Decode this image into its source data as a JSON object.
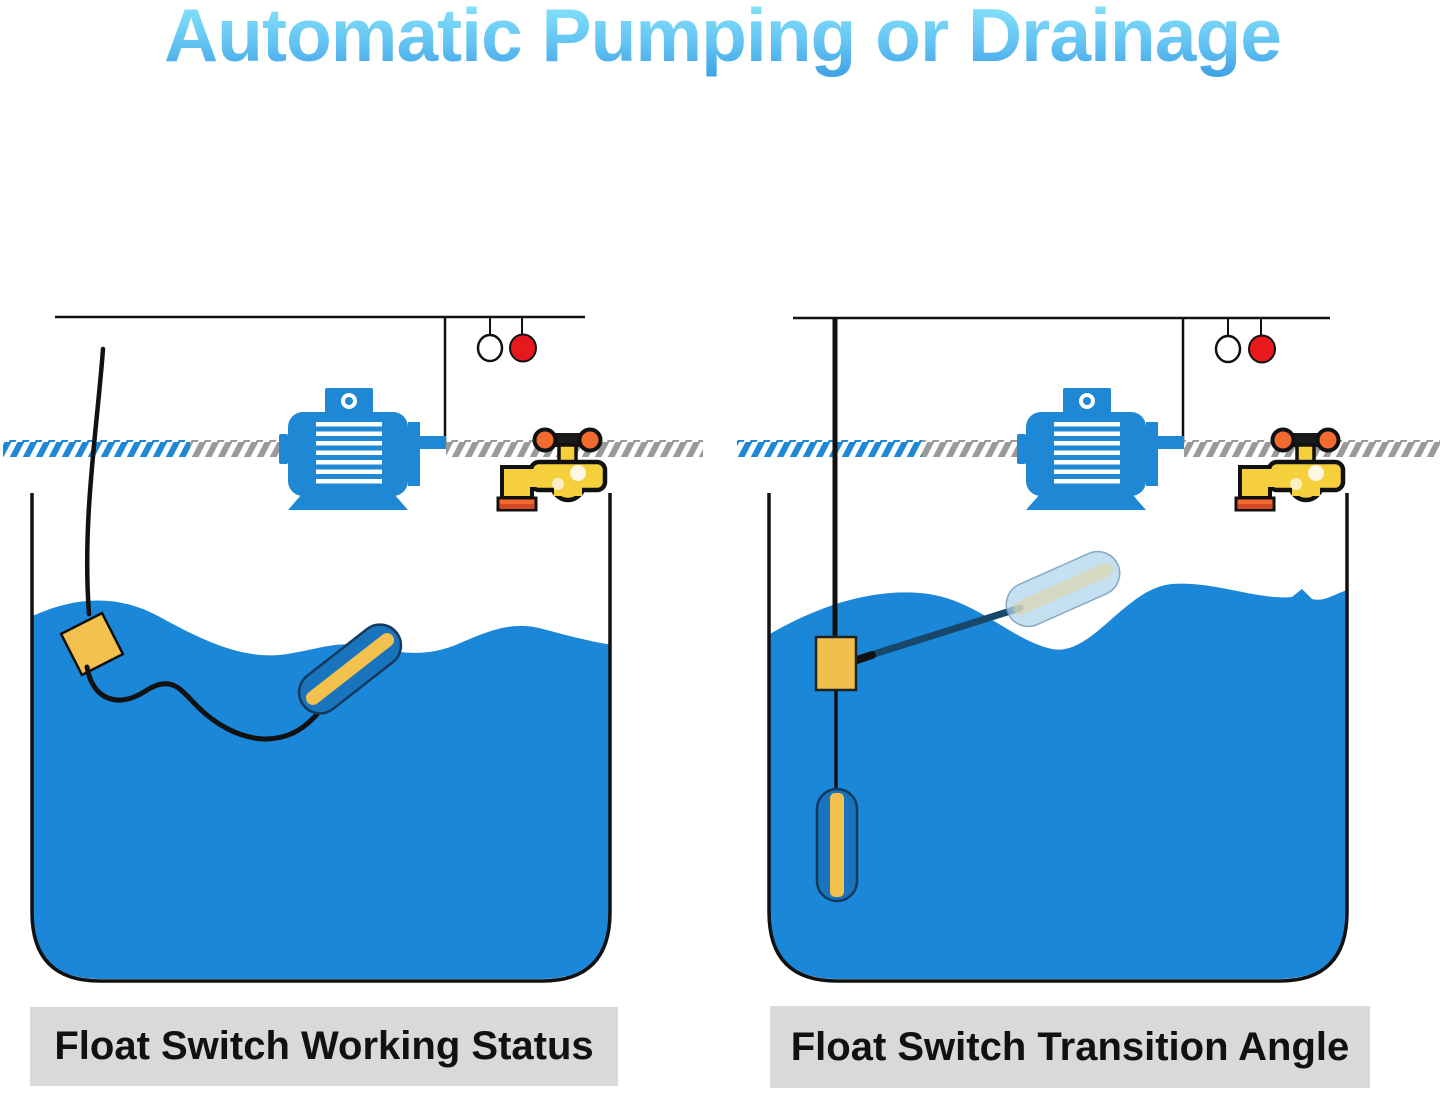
{
  "title": "Automatic Pumping or Drainage",
  "panels": [
    {
      "id": "working-status",
      "label": "Float Switch Working Status"
    },
    {
      "id": "transition-angle",
      "label": "Float Switch Transition Angle"
    }
  ],
  "colors": {
    "title_top": "#8feafc",
    "title_bottom": "#3fa0e6",
    "water": "#1b87d8",
    "motor": "#1e88d5",
    "hatch_blue": "#1e88d5",
    "hatch_gray": "#9a9a9a",
    "float_blue": "#1a74bd",
    "float_outline": "#123a5e",
    "float_yellow": "#f2c14e",
    "bracket_yellow": "#f0bf4e",
    "ghost_fill": "#aed4ea",
    "ghost_stripe": "#e2d49a",
    "ghost_outline": "#6e9ab5",
    "faucet_yellow": "#f5d03c",
    "faucet_orange": "#f26a2e",
    "indicator_red": "#e8191c",
    "indicator_white": "#ffffff",
    "cable": "#111111",
    "rod": "#17486b",
    "label_bg": "#d9d9d9",
    "label_text": "#111111"
  },
  "icons": [
    {
      "name": "motor-icon"
    },
    {
      "name": "faucet-icon"
    },
    {
      "name": "indicator-light-white-icon"
    },
    {
      "name": "indicator-light-red-icon"
    },
    {
      "name": "float-switch-square-icon"
    },
    {
      "name": "float-switch-pill-icon"
    },
    {
      "name": "float-switch-ghost-icon"
    },
    {
      "name": "float-switch-vertical-icon"
    }
  ]
}
